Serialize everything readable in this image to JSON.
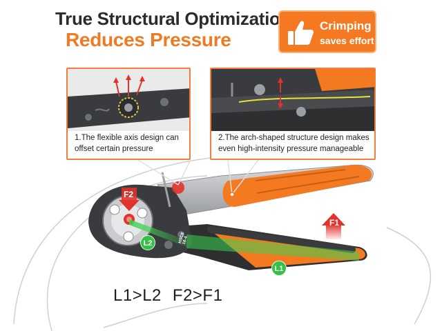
{
  "headline": {
    "line1": "True Structural Optimization",
    "line2": "Reduces Pressure"
  },
  "badge": {
    "line1": "Crimping",
    "line2": "saves effort",
    "icon": "thumbs-up-icon"
  },
  "callouts": [
    {
      "caption": "1.The flexible axis design can offset certain pressure"
    },
    {
      "caption": "2.The arch-shaped structure design makes even high-intensity pressure manageable"
    }
  ],
  "labels": {
    "l1": "L1",
    "l2": "L2",
    "f1": "F1",
    "f2": "F2"
  },
  "formula": {
    "left": "L1>L2",
    "right": "F2>F1"
  },
  "tool_marking": {
    "model": "HSC8",
    "range": "16-4"
  },
  "colors": {
    "accent_orange": "#f07a22",
    "force_red": "#e2322a",
    "lever_green": "#35c04a",
    "tool_dark": "#2e2f31"
  }
}
